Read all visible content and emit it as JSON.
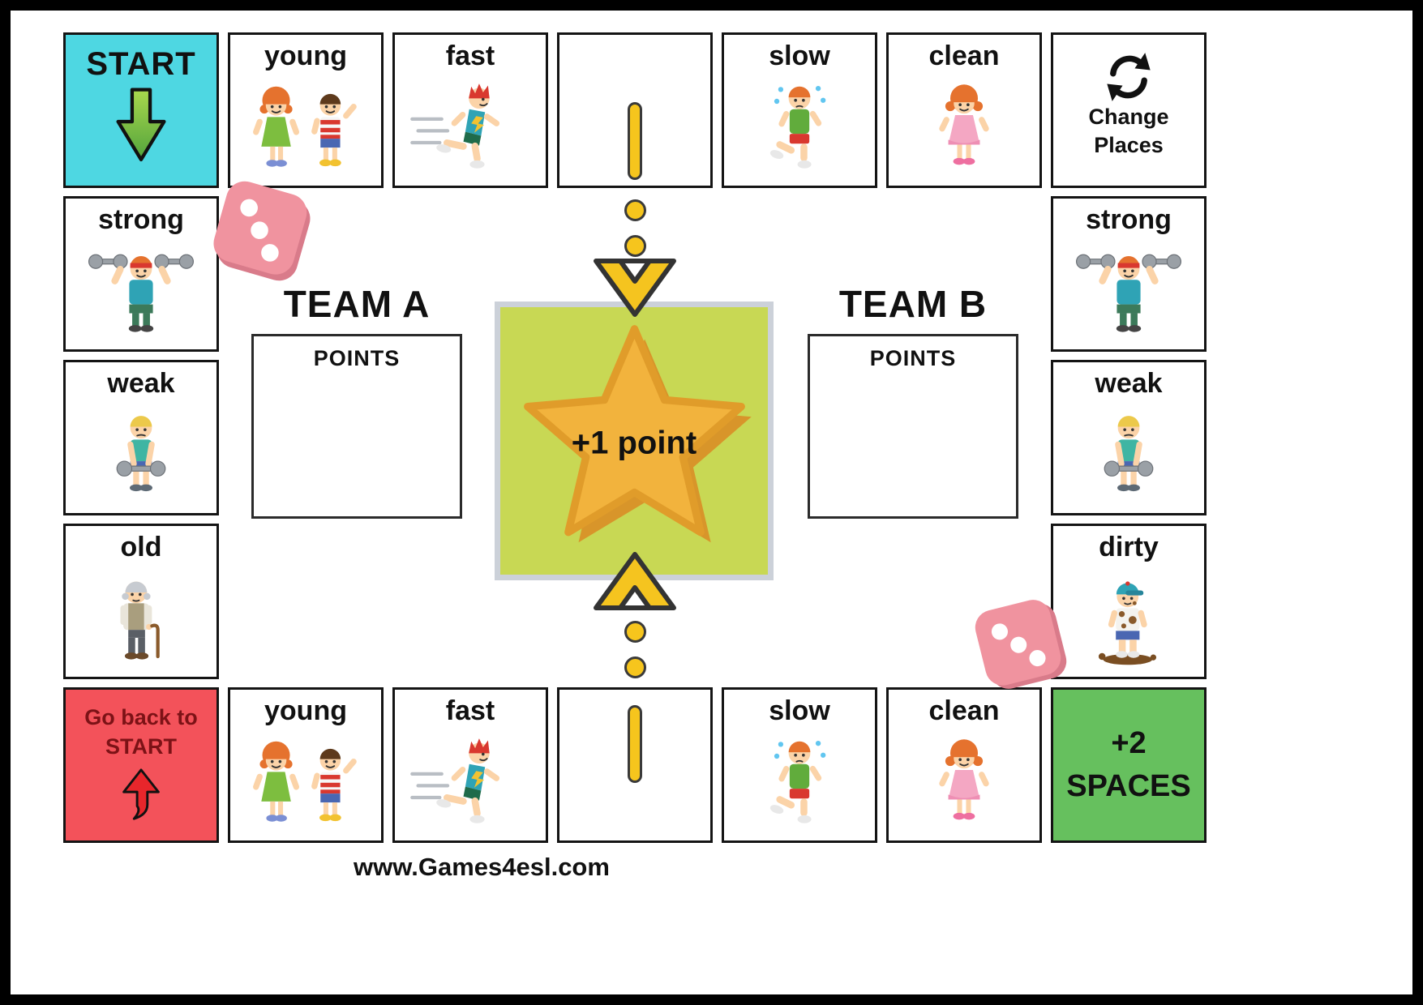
{
  "footer": "www.Games4esl.com",
  "teams": {
    "a": {
      "title": "TEAM A",
      "points_label": "POINTS"
    },
    "b": {
      "title": "TEAM B",
      "points_label": "POINTS"
    }
  },
  "center": {
    "bonus": "+1 point",
    "icon": "gold-star"
  },
  "corners": {
    "start": {
      "label": "START",
      "icon": "green-arrow-down",
      "bg": "#4ed7e2"
    },
    "change_places": {
      "line1": "Change",
      "line2": "Places",
      "icon": "circular-swap-arrows",
      "bg": "#ffffff"
    },
    "go_back": {
      "line1": "Go back to",
      "line2": "START",
      "icon": "red-arrow-up",
      "bg": "#f3525a"
    },
    "plus_two": {
      "line1": "+2",
      "line2": "SPACES",
      "bg": "#66c05e"
    }
  },
  "spaces": {
    "top": [
      {
        "label": "young",
        "illustration": "two-kids"
      },
      {
        "label": "fast",
        "illustration": "running-boy"
      },
      {
        "label": "",
        "illustration": "yellow-path-bar"
      },
      {
        "label": "slow",
        "illustration": "sweating-running-boy"
      },
      {
        "label": "clean",
        "illustration": "girl-pink-dress"
      }
    ],
    "left": [
      {
        "label": "strong",
        "illustration": "boy-lifting-dumbbells"
      },
      {
        "label": "weak",
        "illustration": "boy-with-heavy-dumbbell"
      },
      {
        "label": "old",
        "illustration": "old-man-with-cane"
      }
    ],
    "right": [
      {
        "label": "strong",
        "illustration": "boy-lifting-dumbbells"
      },
      {
        "label": "weak",
        "illustration": "boy-with-heavy-dumbbell"
      },
      {
        "label": "dirty",
        "illustration": "muddy-boy"
      }
    ],
    "bottom": [
      {
        "label": "young",
        "illustration": "two-kids"
      },
      {
        "label": "fast",
        "illustration": "running-boy"
      },
      {
        "label": "",
        "illustration": "yellow-path-bar"
      },
      {
        "label": "slow",
        "illustration": "sweating-running-boy"
      },
      {
        "label": "clean",
        "illustration": "girl-pink-dress"
      }
    ]
  },
  "decorations": {
    "dice": [
      {
        "icon": "pink-die-three-pips"
      },
      {
        "icon": "pink-die-three-pips"
      }
    ],
    "path_markers": [
      "bar",
      "dot",
      "dot",
      "chevron-down",
      "chevron-up",
      "dot",
      "dot",
      "bar"
    ]
  },
  "colors": {
    "start_bg": "#4ed7e2",
    "go_back_bg": "#f3525a",
    "plus_two_bg": "#66c05e",
    "center_bg": "#c8d854",
    "star": "#f2b33d",
    "path_yellow": "#f6c51d",
    "die_pink": "#f0939f",
    "frame": "#000000"
  }
}
